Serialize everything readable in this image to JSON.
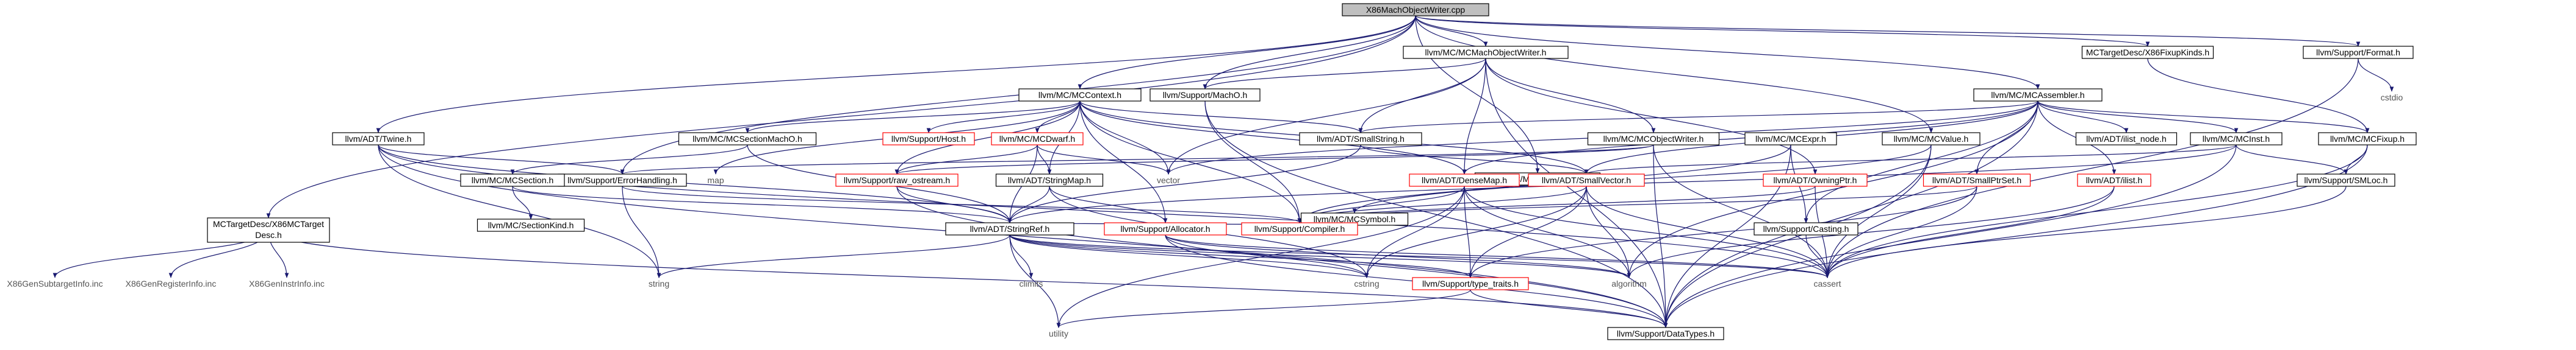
{
  "graph": {
    "colors": {
      "edge": "#191970",
      "root_fill": "#bfbfbf",
      "documented_border": "#000000",
      "undocumented_border": "#ff0000",
      "system_border": "#bfbfbf",
      "text": "#000000",
      "system_text": "#555555"
    },
    "nodes": [
      {
        "id": "root",
        "label": "X86MachObjectWriter.cpp",
        "kind": "root"
      },
      {
        "id": "mcmachow",
        "label": "llvm/MC/MCMachObjectWriter.h",
        "kind": "doc"
      },
      {
        "id": "x86fixup",
        "label": "MCTargetDesc/X86FixupKinds.h",
        "kind": "doc"
      },
      {
        "id": "format",
        "label": "llvm/Support/Format.h",
        "kind": "doc"
      },
      {
        "id": "cstdio",
        "label": "cstdio",
        "kind": "sys"
      },
      {
        "id": "mccontext",
        "label": "llvm/MC/MCContext.h",
        "kind": "doc"
      },
      {
        "id": "macho",
        "label": "llvm/Support/MachO.h",
        "kind": "doc"
      },
      {
        "id": "mcassembler",
        "label": "llvm/MC/MCAssembler.h",
        "kind": "doc"
      },
      {
        "id": "twine",
        "label": "llvm/ADT/Twine.h",
        "kind": "doc"
      },
      {
        "id": "host",
        "label": "llvm/Support/Host.h",
        "kind": "undoc"
      },
      {
        "id": "mcdwarf",
        "label": "llvm/MC/MCDwarf.h",
        "kind": "undoc"
      },
      {
        "id": "smallstring",
        "label": "llvm/ADT/SmallString.h",
        "kind": "doc"
      },
      {
        "id": "mcsectionmacho",
        "label": "llvm/MC/MCSectionMachO.h",
        "kind": "doc"
      },
      {
        "id": "mcobjectwriter",
        "label": "llvm/MC/MCObjectWriter.h",
        "kind": "doc"
      },
      {
        "id": "mcasmlayout",
        "label": "llvm/MC/MCAsmLayout.h",
        "kind": "doc"
      },
      {
        "id": "mcexpr",
        "label": "llvm/MC/MCExpr.h",
        "kind": "doc"
      },
      {
        "id": "mcvalue",
        "label": "llvm/MC/MCValue.h",
        "kind": "doc"
      },
      {
        "id": "ilistnode",
        "label": "llvm/ADT/ilist_node.h",
        "kind": "doc"
      },
      {
        "id": "mcinst",
        "label": "llvm/MC/MCInst.h",
        "kind": "doc"
      },
      {
        "id": "mcfixup",
        "label": "llvm/MC/MCFixup.h",
        "kind": "doc"
      },
      {
        "id": "map",
        "label": "map",
        "kind": "sys"
      },
      {
        "id": "vector",
        "label": "vector",
        "kind": "sys"
      },
      {
        "id": "errorhandling",
        "label": "llvm/Support/ErrorHandling.h",
        "kind": "doc"
      },
      {
        "id": "rawostream",
        "label": "llvm/Support/raw_ostream.h",
        "kind": "undoc"
      },
      {
        "id": "stringmap",
        "label": "llvm/ADT/StringMap.h",
        "kind": "doc"
      },
      {
        "id": "mcsymbol",
        "label": "llvm/MC/MCSymbol.h",
        "kind": "doc"
      },
      {
        "id": "densemap",
        "label": "llvm/ADT/DenseMap.h",
        "kind": "undoc"
      },
      {
        "id": "smallvector",
        "label": "llvm/ADT/SmallVector.h",
        "kind": "undoc"
      },
      {
        "id": "owningptr",
        "label": "llvm/ADT/OwningPtr.h",
        "kind": "undoc"
      },
      {
        "id": "smallptrset",
        "label": "llvm/ADT/SmallPtrSet.h",
        "kind": "undoc"
      },
      {
        "id": "ilist",
        "label": "llvm/ADT/ilist.h",
        "kind": "undoc"
      },
      {
        "id": "smloc",
        "label": "llvm/Support/SMLoc.h",
        "kind": "doc"
      },
      {
        "id": "mcsection",
        "label": "llvm/MC/MCSection.h",
        "kind": "doc"
      },
      {
        "id": "mcsectionkind",
        "label": "llvm/MC/SectionKind.h",
        "kind": "doc"
      },
      {
        "id": "x86mctargetdesc_1",
        "label": "MCTargetDesc/X86MCTarget",
        "kind": "doc"
      },
      {
        "id": "x86mctargetdesc_2",
        "label": "Desc.h",
        "kind": "label"
      },
      {
        "id": "stringref",
        "label": "llvm/ADT/StringRef.h",
        "kind": "doc"
      },
      {
        "id": "allocator",
        "label": "llvm/Support/Allocator.h",
        "kind": "undoc"
      },
      {
        "id": "compiler",
        "label": "llvm/Support/Compiler.h",
        "kind": "undoc"
      },
      {
        "id": "casting",
        "label": "llvm/Support/Casting.h",
        "kind": "doc"
      },
      {
        "id": "subtargetinfo",
        "label": "X86GenSubtargetInfo.inc",
        "kind": "sys"
      },
      {
        "id": "registerinfo",
        "label": "X86GenRegisterInfo.inc",
        "kind": "sys"
      },
      {
        "id": "instrinfo",
        "label": "X86GenInstrInfo.inc",
        "kind": "sys"
      },
      {
        "id": "string",
        "label": "string",
        "kind": "sys"
      },
      {
        "id": "climits",
        "label": "climits",
        "kind": "sys"
      },
      {
        "id": "cstring",
        "label": "cstring",
        "kind": "sys"
      },
      {
        "id": "typetraits",
        "label": "llvm/Support/type_traits.h",
        "kind": "undoc"
      },
      {
        "id": "algorithm",
        "label": "algorithm",
        "kind": "sys"
      },
      {
        "id": "cassert",
        "label": "cassert",
        "kind": "sys"
      },
      {
        "id": "utility",
        "label": "utility",
        "kind": "sys"
      },
      {
        "id": "datatypes",
        "label": "llvm/Support/DataTypes.h",
        "kind": "doc"
      }
    ],
    "edges": [
      [
        "root",
        "mcmachow"
      ],
      [
        "root",
        "x86fixup"
      ],
      [
        "root",
        "format"
      ],
      [
        "root",
        "mccontext"
      ],
      [
        "root",
        "macho"
      ],
      [
        "root",
        "mcassembler"
      ],
      [
        "root",
        "twine"
      ],
      [
        "root",
        "errorhandling"
      ],
      [
        "root",
        "x86mctargetdesc_1"
      ],
      [
        "root",
        "mcasmlayout"
      ],
      [
        "root",
        "mcvalue"
      ],
      [
        "mcmachow",
        "mcobjectwriter"
      ],
      [
        "mcmachow",
        "smallstring"
      ],
      [
        "mcmachow",
        "densemap"
      ],
      [
        "mcmachow",
        "macho"
      ],
      [
        "mcmachow",
        "owningptr"
      ],
      [
        "mcmachow",
        "vector"
      ],
      [
        "mcmachow",
        "datatypes"
      ],
      [
        "x86fixup",
        "mcfixup"
      ],
      [
        "format",
        "cstdio"
      ],
      [
        "format",
        "cassert"
      ],
      [
        "mccontext",
        "mcdwarf"
      ],
      [
        "mccontext",
        "mcsectionmacho"
      ],
      [
        "mccontext",
        "host"
      ],
      [
        "mccontext",
        "smallstring"
      ],
      [
        "mccontext",
        "stringmap"
      ],
      [
        "mccontext",
        "densemap"
      ],
      [
        "mccontext",
        "allocator"
      ],
      [
        "mccontext",
        "compiler"
      ],
      [
        "mccontext",
        "vector"
      ],
      [
        "mccontext",
        "rawostream"
      ],
      [
        "mccontext",
        "map"
      ],
      [
        "mccontext",
        "smallvector"
      ],
      [
        "macho",
        "datatypes"
      ],
      [
        "macho",
        "compiler"
      ],
      [
        "mcassembler",
        "mcfixup"
      ],
      [
        "mcassembler",
        "mcinst"
      ],
      [
        "mcassembler",
        "ilistnode"
      ],
      [
        "mcassembler",
        "smallptrset"
      ],
      [
        "mcassembler",
        "smallstring"
      ],
      [
        "mcassembler",
        "densemap"
      ],
      [
        "mcassembler",
        "ilist"
      ],
      [
        "mcassembler",
        "casting"
      ],
      [
        "mcassembler",
        "smallvector"
      ],
      [
        "mcassembler",
        "vector"
      ],
      [
        "mcassembler",
        "datatypes"
      ],
      [
        "mcassembler",
        "algorithm"
      ],
      [
        "twine",
        "errorhandling"
      ],
      [
        "twine",
        "stringref"
      ],
      [
        "twine",
        "string"
      ],
      [
        "twine",
        "cassert"
      ],
      [
        "twine",
        "datatypes"
      ],
      [
        "mcdwarf",
        "rawostream"
      ],
      [
        "mcdwarf",
        "stringmap"
      ],
      [
        "mcdwarf",
        "vector"
      ],
      [
        "mcdwarf",
        "stringref"
      ],
      [
        "mcsectionmacho",
        "mcsection"
      ],
      [
        "mcsectionmacho",
        "stringref"
      ],
      [
        "smallstring",
        "smallvector"
      ],
      [
        "smallstring",
        "stringref"
      ],
      [
        "mcobjectwriter",
        "errorhandling"
      ],
      [
        "mcobjectwriter",
        "raw_ostream_alias"
      ],
      [
        "mcobjectwriter",
        "datatypes"
      ],
      [
        "mcobjectwriter",
        "cassert"
      ],
      [
        "mcasmlayout",
        "smallvector"
      ],
      [
        "mcasmlayout",
        "densemap"
      ],
      [
        "mcexpr",
        "casting"
      ],
      [
        "mcexpr",
        "datatypes"
      ],
      [
        "mcexpr",
        "compiler"
      ],
      [
        "mcvalue",
        "mcsymbol"
      ],
      [
        "mcvalue",
        "cassert"
      ],
      [
        "mcvalue",
        "datatypes"
      ],
      [
        "mcinst",
        "smallvector"
      ],
      [
        "mcinst",
        "smloc"
      ],
      [
        "mcinst",
        "stringref"
      ],
      [
        "mcinst",
        "datatypes"
      ],
      [
        "mcfixup",
        "smloc"
      ],
      [
        "mcfixup",
        "datatypes"
      ],
      [
        "mcfixup",
        "cassert"
      ],
      [
        "errorhandling",
        "string"
      ],
      [
        "errorhandling",
        "compiler"
      ],
      [
        "rawostream",
        "stringref"
      ],
      [
        "rawostream",
        "datatypes"
      ],
      [
        "stringmap",
        "stringref"
      ],
      [
        "stringmap",
        "allocator"
      ],
      [
        "stringmap",
        "cstring"
      ],
      [
        "mcsymbol",
        "stringref"
      ],
      [
        "mcsymbol",
        "compiler"
      ],
      [
        "densemap",
        "typetraits"
      ],
      [
        "densemap",
        "algorithm"
      ],
      [
        "densemap",
        "utility"
      ],
      [
        "densemap",
        "cstring"
      ],
      [
        "densemap",
        "cassert"
      ],
      [
        "densemap",
        "compiler"
      ],
      [
        "smallvector",
        "typetraits"
      ],
      [
        "smallvector",
        "algorithm"
      ],
      [
        "smallvector",
        "cstring"
      ],
      [
        "smallvector",
        "cassert"
      ],
      [
        "smallvector",
        "compiler"
      ],
      [
        "owningptr",
        "compiler"
      ],
      [
        "owningptr",
        "cassert"
      ],
      [
        "smallptrset",
        "typetraits"
      ],
      [
        "smallptrset",
        "cassert"
      ],
      [
        "smallptrset",
        "compiler"
      ],
      [
        "ilist",
        "algorithm"
      ],
      [
        "ilist",
        "cassert"
      ],
      [
        "smloc",
        "cassert"
      ],
      [
        "mcsection",
        "stringref"
      ],
      [
        "mcsection",
        "mcsectionkind"
      ],
      [
        "x86mctargetdesc_1",
        "subtargetinfo"
      ],
      [
        "x86mctargetdesc_1",
        "registerinfo"
      ],
      [
        "x86mctargetdesc_1",
        "instrinfo"
      ],
      [
        "x86mctargetdesc_1",
        "datatypes"
      ],
      [
        "stringref",
        "typetraits"
      ],
      [
        "stringref",
        "algorithm"
      ],
      [
        "stringref",
        "cassert"
      ],
      [
        "stringref",
        "climits"
      ],
      [
        "stringref",
        "cstring"
      ],
      [
        "stringref",
        "string"
      ],
      [
        "stringref",
        "utility"
      ],
      [
        "allocator",
        "algorithm"
      ],
      [
        "allocator",
        "cassert"
      ],
      [
        "allocator",
        "datatypes"
      ],
      [
        "allocator",
        "cstring"
      ],
      [
        "casting",
        "cassert"
      ],
      [
        "typetraits",
        "utility"
      ],
      [
        "typetraits",
        "datatypes"
      ]
    ]
  }
}
